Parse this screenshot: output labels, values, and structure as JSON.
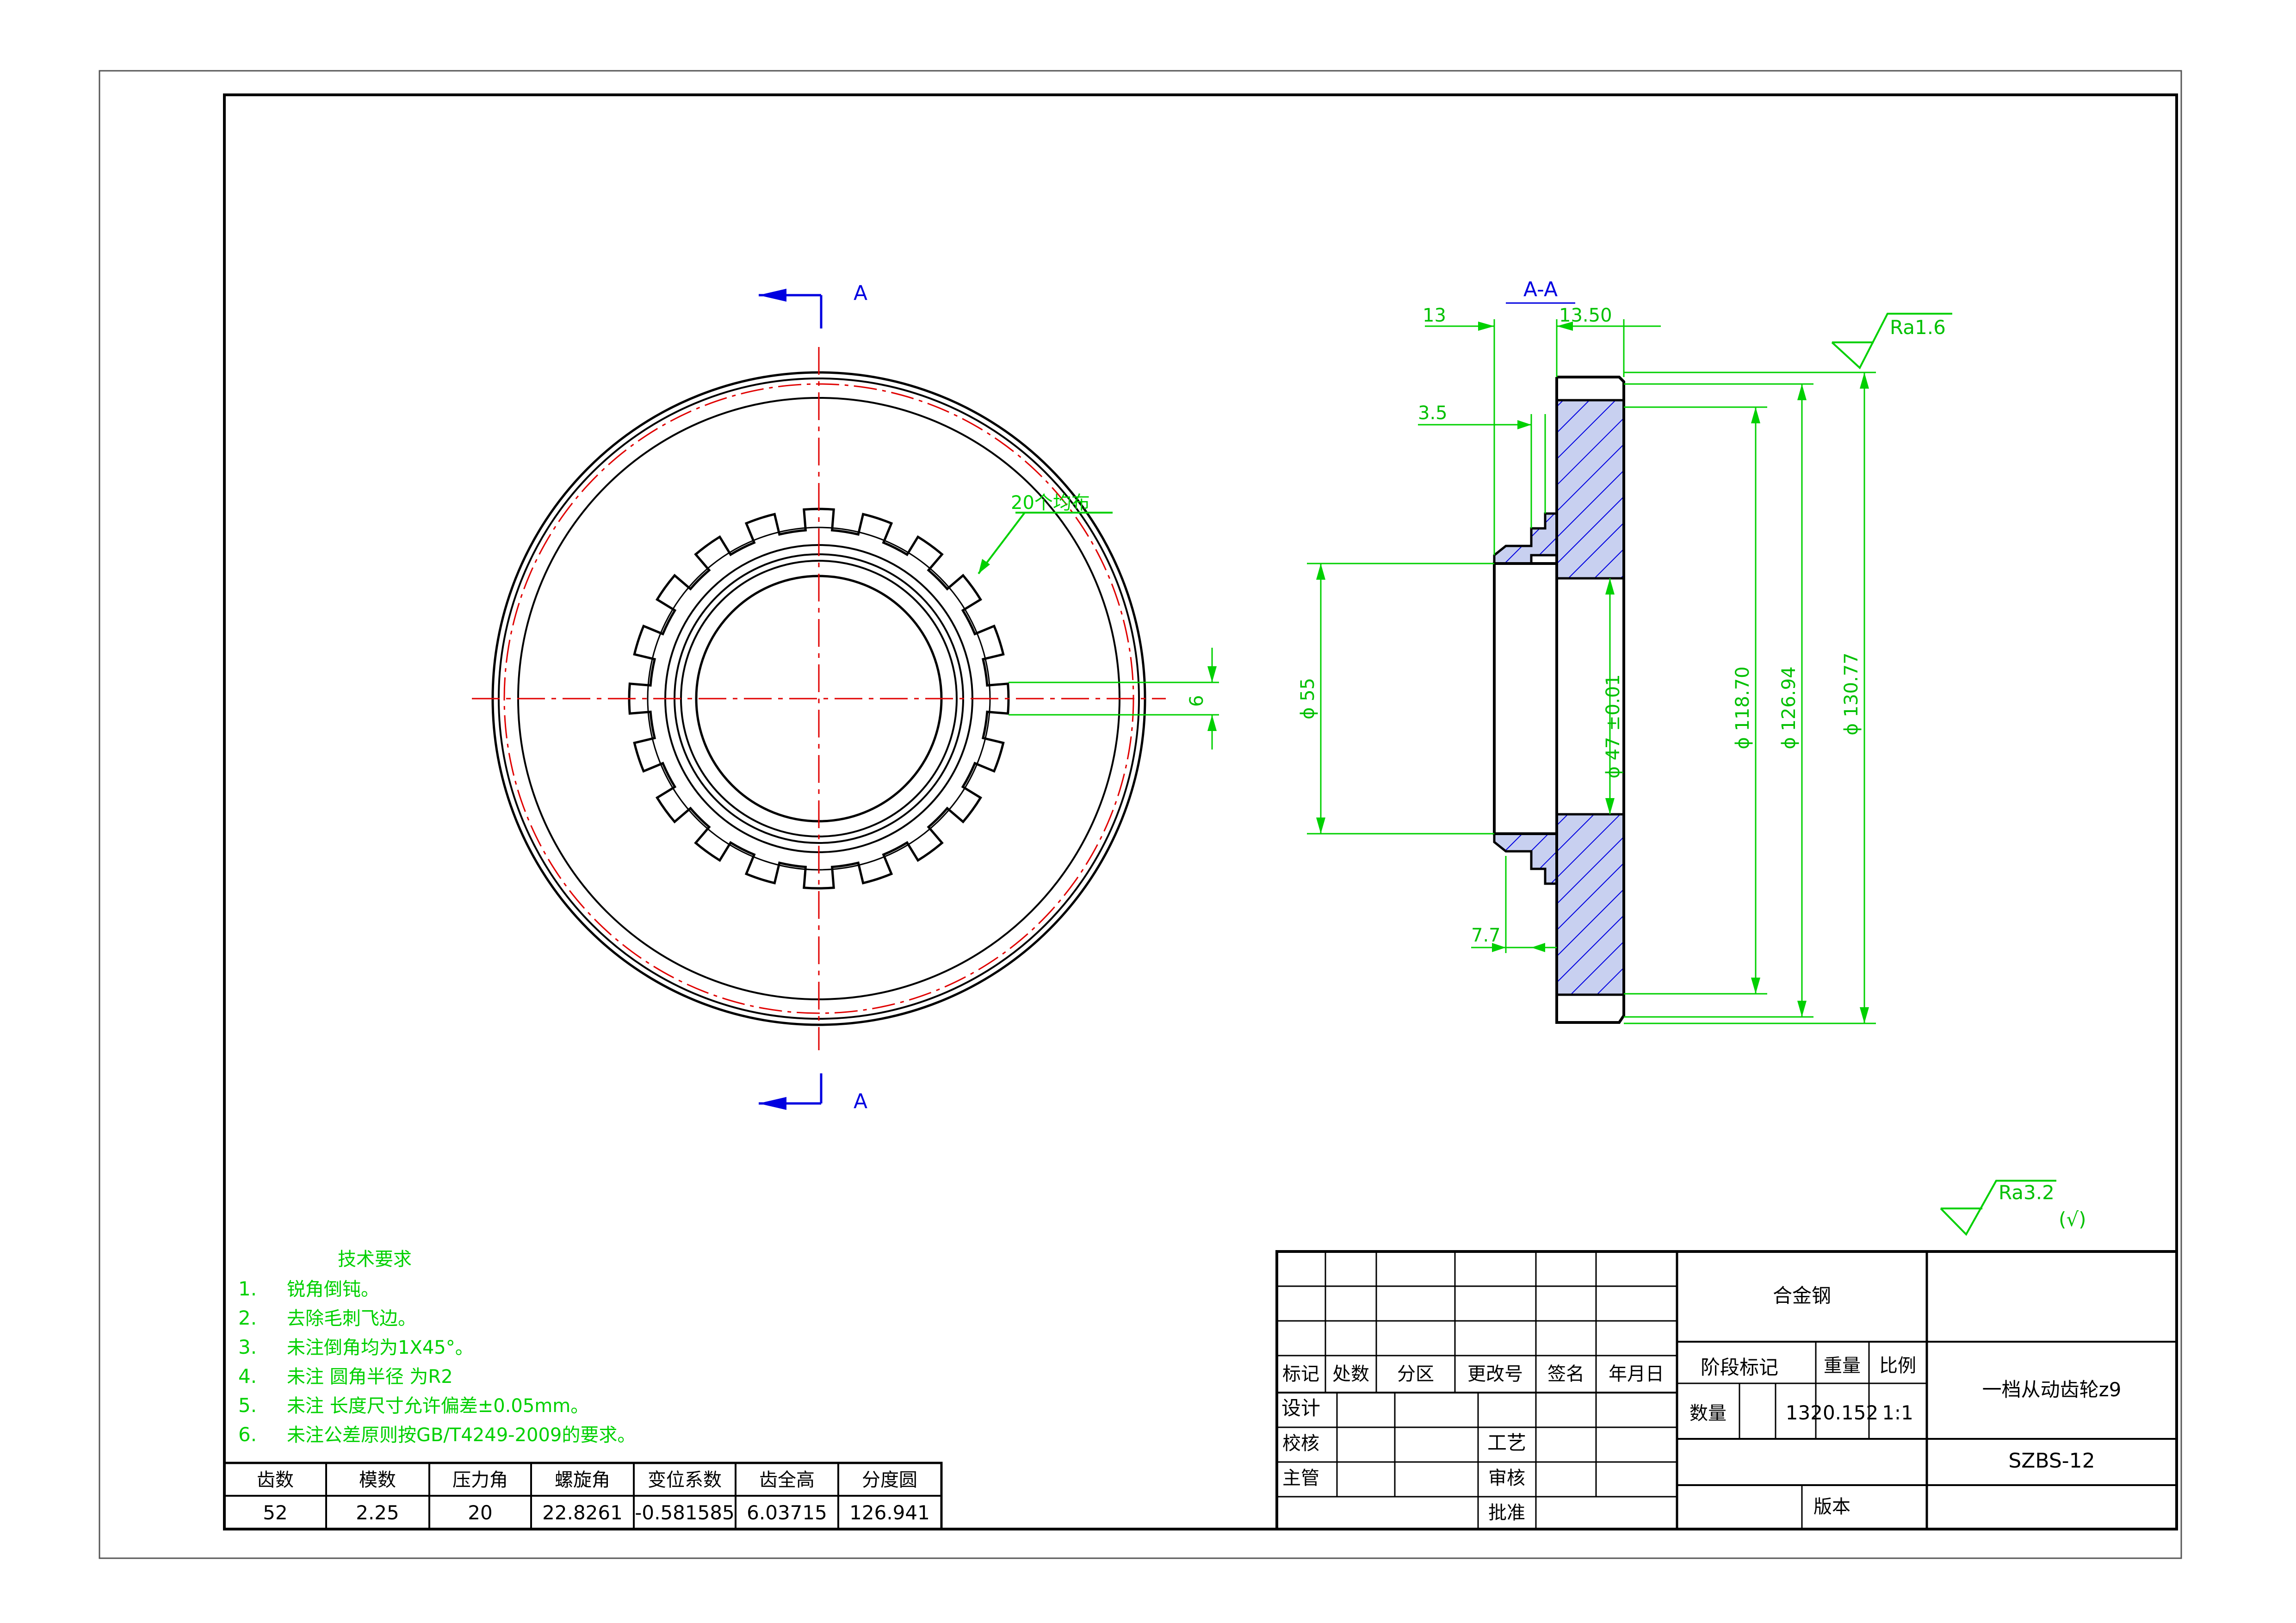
{
  "section_labels": {
    "top": "A",
    "bottom": "A",
    "section_title": "A-A"
  },
  "callout": {
    "tooth_note": "20个均布"
  },
  "dimensions": {
    "d13": "13",
    "d13_50": "13.50",
    "d3_5": "3.5",
    "d7_7": "7.7",
    "d6": "6",
    "dia55": "ϕ 55",
    "dia47": "ϕ 47 ±0.01",
    "dia118": "ϕ 118.70",
    "dia126": "ϕ 126.94",
    "dia130": "ϕ 130.77"
  },
  "surface": {
    "ra16": "Ra1.6",
    "ra32": "Ra3.2",
    "ra32_paren": "(√)"
  },
  "tech_requirements": {
    "title": "技术要求",
    "items": [
      {
        "num": "1.",
        "text": "锐角倒钝。"
      },
      {
        "num": "2.",
        "text": "去除毛刺飞边。"
      },
      {
        "num": "3.",
        "text": "未注倒角均为1X45°。"
      },
      {
        "num": "4.",
        "text": "未注 圆角半径 为R2"
      },
      {
        "num": "5.",
        "text": "未注 长度尺寸允许偏差±0.05mm。"
      },
      {
        "num": "6.",
        "text": "未注公差原则按GB/T4249-2009的要求。"
      }
    ]
  },
  "gear_params": {
    "headers": [
      "齿数",
      "模数",
      "压力角",
      "螺旋角",
      "变位系数",
      "齿全高",
      "分度圆"
    ],
    "values": [
      "52",
      "2.25",
      "20",
      "22.8261",
      "-0.581585",
      "6.03715",
      "126.941"
    ]
  },
  "title_block": {
    "material": "合金钢",
    "rev_headers": [
      "标记",
      "处数",
      "分区",
      "更改号",
      "签名",
      "年月日"
    ],
    "design": "设计",
    "check": "校核",
    "chief": "主管",
    "process": "工艺",
    "review": "审核",
    "approve": "批准",
    "stage_mark": "阶段标记",
    "weight_label": "重量",
    "scale_label": "比例",
    "qty_label": "数量",
    "weight_value": "1320.152",
    "scale_value": "1:1",
    "part_name": "一档从动齿轮z9",
    "drawing_no": "SZBS-12",
    "version": "版本"
  },
  "colors": {
    "outline": "#000000",
    "center_line": "#e00000",
    "dimension": "#00d000",
    "hatch": "#0000e0",
    "section_fill": "#c8d0f0"
  }
}
